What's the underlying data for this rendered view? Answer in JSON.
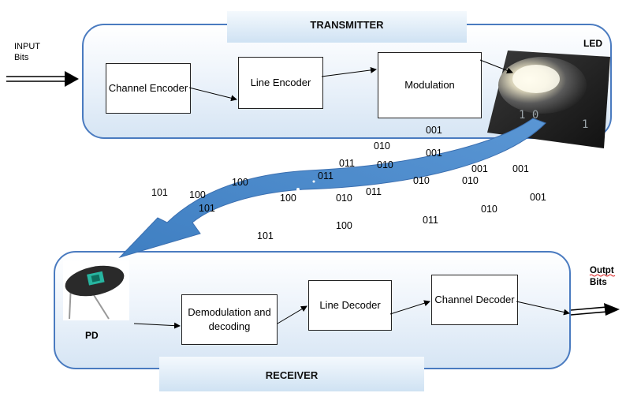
{
  "input_label": "INPUT Bits",
  "output_label": "Outpt Bits",
  "transmitter": {
    "title": "TRANSMITTER",
    "led_label": "LED",
    "blocks": [
      "Channel Encoder",
      "Line Encoder",
      "Modulation"
    ]
  },
  "receiver": {
    "title": "RECEIVER",
    "pd_label": "PD",
    "blocks": [
      "Demodulation and decoding",
      "Line Decoder",
      "Channel Decoder"
    ]
  },
  "bit_strings": [
    "001",
    "010",
    "001",
    "011",
    "010",
    "011",
    "100",
    "010",
    "001",
    "001",
    "101",
    "100",
    "101",
    "100",
    "011",
    "010",
    "010",
    "001",
    "010",
    "100",
    "011",
    "101"
  ],
  "colors": {
    "panel_border": "#4a7bc0",
    "beam": "#4a86c8",
    "panel_fill": "#dce9f6"
  }
}
